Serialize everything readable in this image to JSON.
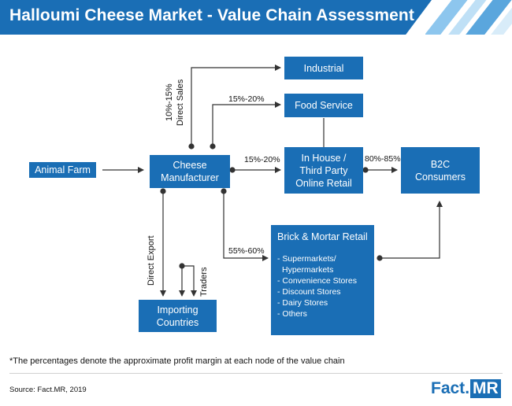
{
  "title": "Halloumi Cheese Market - Value Chain Assessment",
  "nodes": {
    "animal_farm": "Animal Farm",
    "cheese_manufacturer": [
      "Cheese",
      "Manufacturer"
    ],
    "industrial": "Industrial",
    "food_service": "Food Service",
    "online_retail": [
      "In House /",
      "Third Party",
      "Online Retail"
    ],
    "b2c": [
      "B2C",
      "Consumers"
    ],
    "importing": [
      "Importing",
      "Countries"
    ],
    "brick_mortar": {
      "heading": "Brick & Mortar Retail",
      "items": [
        "- Supermarkets/",
        "  Hypermarkets",
        "- Convenience Stores",
        "- Discount Stores",
        "- Dairy Stores",
        "- Others"
      ]
    }
  },
  "edge_labels": {
    "food_service_margin": "15%-20%",
    "online_margin": "15%-20%",
    "b2c_margin": "80%-85%",
    "brick_margin": "55%-60%",
    "direct_sales_pct": "10%-15%",
    "direct_sales": "Direct Sales",
    "direct_export": "Direct Export",
    "traders": "Traders"
  },
  "footnote": "*The percentages denote the approximate profit margin at each node of the value chain",
  "source": "Source: Fact.MR, 2019",
  "logo": {
    "part1": "Fact",
    "dot": ".",
    "part2": "MR"
  },
  "colors": {
    "brand": "#1a6eb5",
    "arrow": "#333333"
  }
}
